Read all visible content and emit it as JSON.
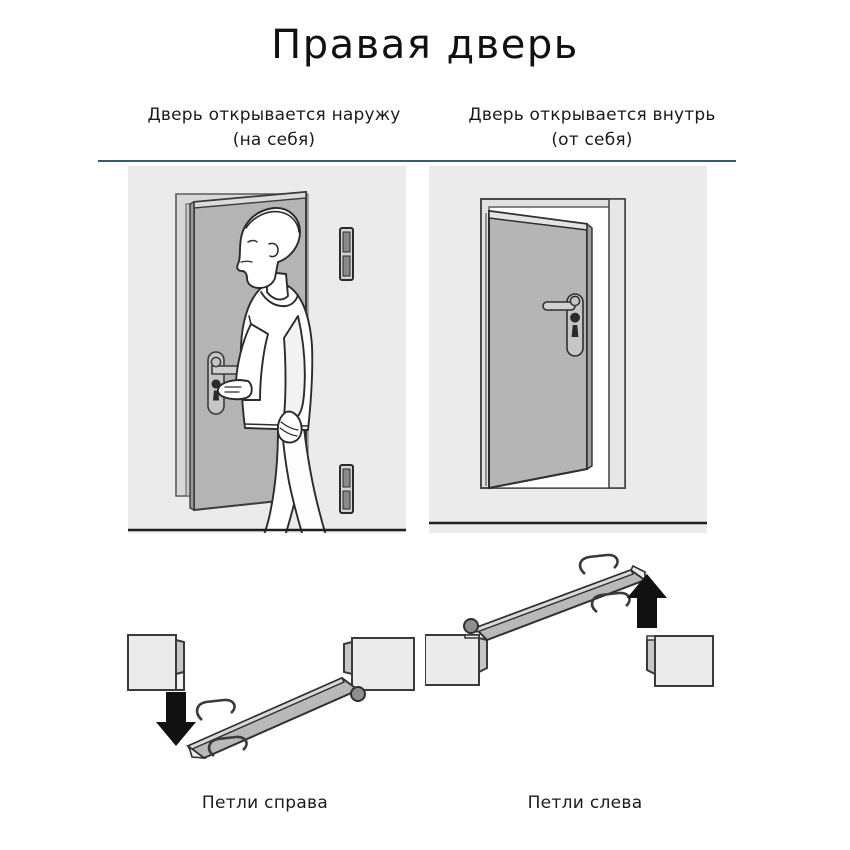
{
  "page": {
    "title": "Правая дверь",
    "background_color": "#ffffff",
    "divider_color": "#3d5c63",
    "panel_background": "#ebebeb",
    "door_fill": "#b5b5b5",
    "frame_fill": "#d2d2d2",
    "outline_color": "#333333"
  },
  "columns": [
    {
      "id": "outward",
      "subtitle_line1": "Дверь открывается наружу",
      "subtitle_line2": "(на себя)",
      "bottom_label": "Петли справа",
      "illustration": "door-open-outward-with-person",
      "plan": {
        "hinge_side": "right",
        "arrow_direction": "down",
        "arrow_side": "left"
      }
    },
    {
      "id": "inward",
      "subtitle_line1": "Дверь открывается внутрь",
      "subtitle_line2": "(от себя)",
      "bottom_label": "Петли слева",
      "illustration": "door-open-inward",
      "plan": {
        "hinge_side": "left",
        "arrow_direction": "up",
        "arrow_side": "right"
      }
    }
  ]
}
